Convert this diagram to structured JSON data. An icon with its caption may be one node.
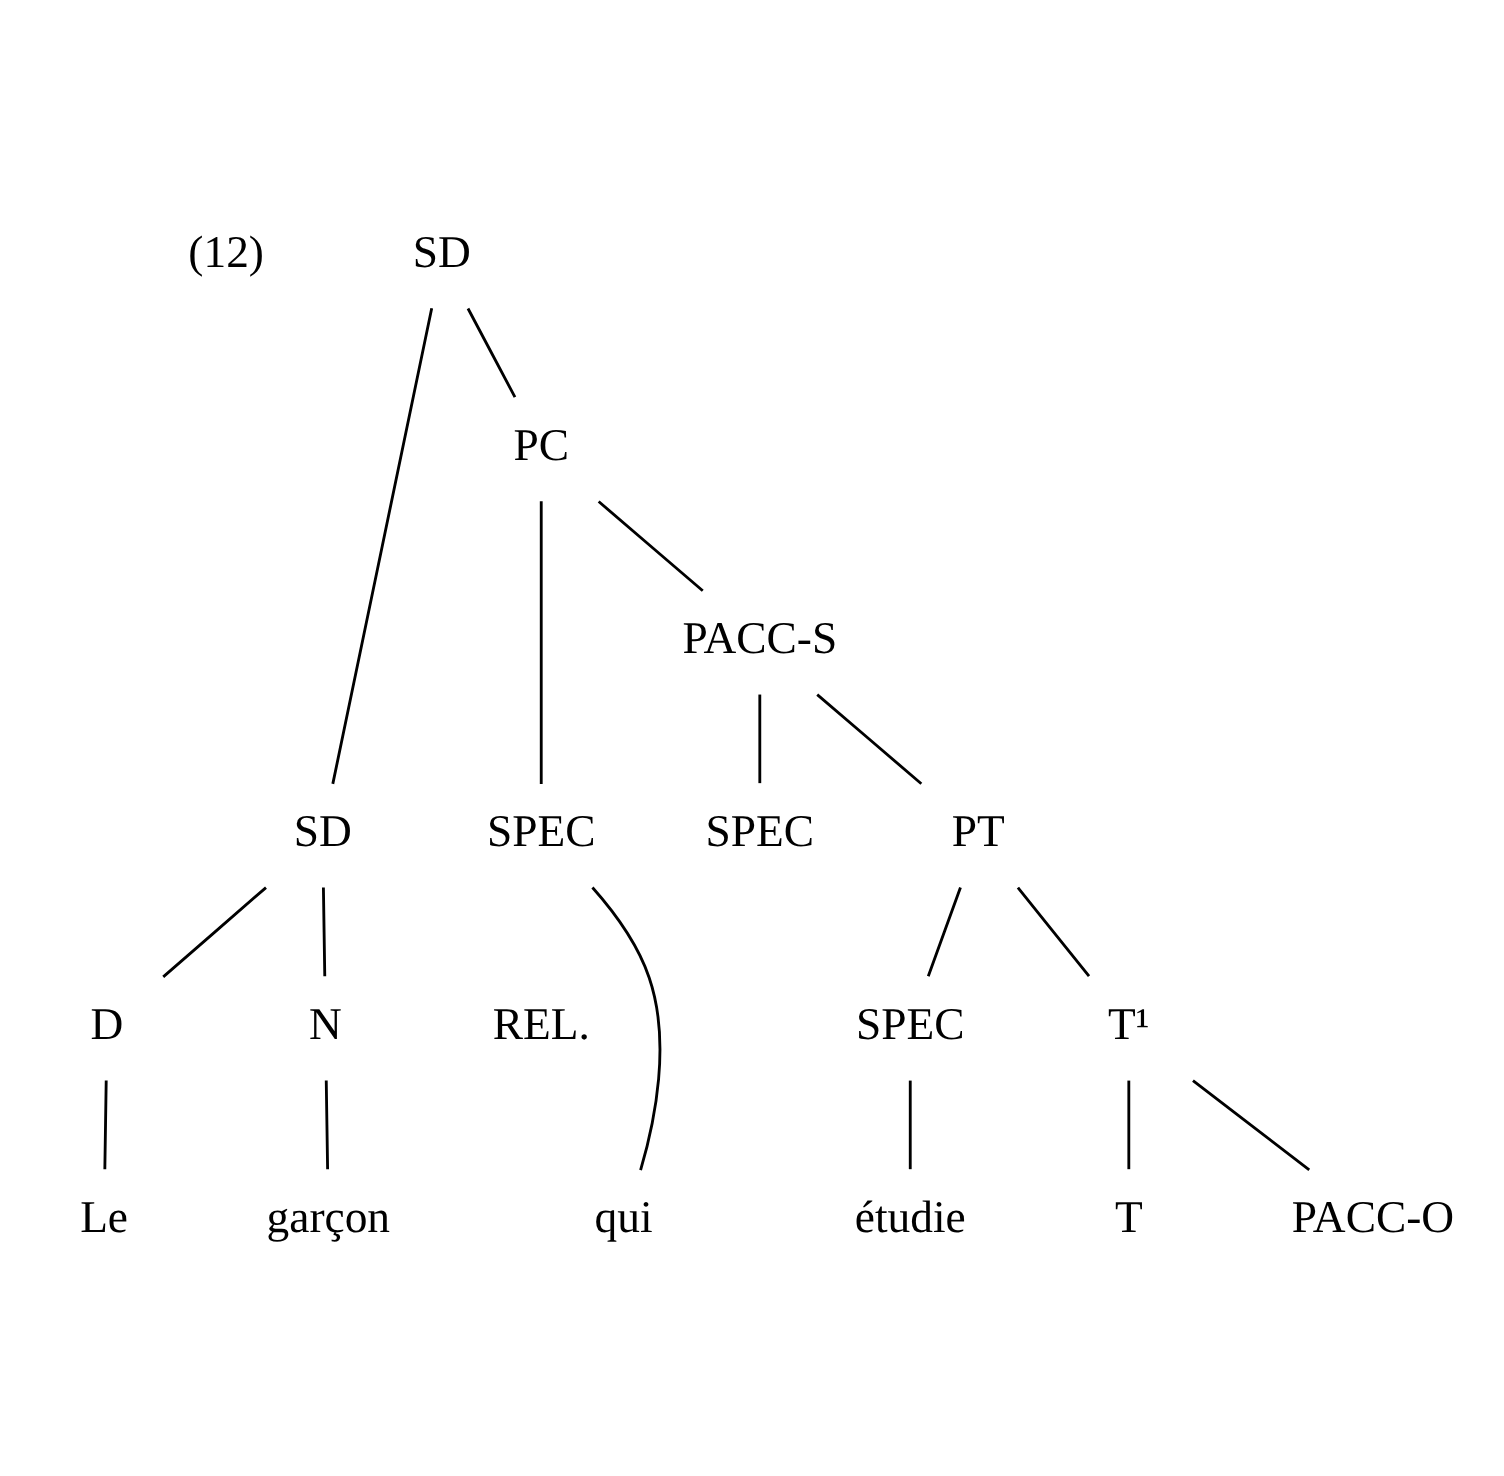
{
  "diagram": {
    "nodes": [
      {
        "text": [
          "SD"
        ]
      },
      {
        "text": [
          "SD"
        ]
      },
      {
        "text": [
          "PC"
        ]
      },
      {
        "text": [
          "D"
        ]
      },
      {
        "text": [
          "N"
        ]
      },
      {
        "text": [
          "SPEC"
        ]
      },
      {
        "text": [
          "PACC-S"
        ]
      },
      {
        "text": [
          "SPEC"
        ]
      },
      {
        "text": [
          "PT"
        ]
      },
      {
        "text": [
          "SPEC"
        ]
      },
      {
        "text": [
          "T¹"
        ]
      },
      {
        "text": [
          "T"
        ]
      },
      {
        "text": [
          "PACC-O"
        ]
      },
      {
        "text": [
          "Le"
        ]
      },
      {
        "text": [
          "garçon"
        ]
      },
      {
        "text": [
          "qui"
        ]
      },
      {
        "text": [
          "étudie"
        ]
      }
    ],
    "edges": [
      {
        "from": 0,
        "to": 1,
        "arrow": "none"
      },
      {
        "from": 0,
        "to": 2,
        "arrow": "none"
      },
      {
        "from": 1,
        "to": 3,
        "arrow": "none"
      },
      {
        "from": 1,
        "to": 4,
        "arrow": "none"
      },
      {
        "from": 2,
        "to": 5,
        "arrow": "none"
      },
      {
        "from": 2,
        "to": 6,
        "arrow": "none"
      },
      {
        "from": 6,
        "to": 7,
        "arrow": "none"
      },
      {
        "from": 6,
        "to": 8,
        "arrow": "none"
      },
      {
        "from": 8,
        "to": 9,
        "arrow": "none"
      },
      {
        "from": 8,
        "to": 10,
        "arrow": "none"
      },
      {
        "from": 10,
        "to": 11,
        "arrow": "none"
      },
      {
        "from": 10,
        "to": 12,
        "arrow": "none"
      },
      {
        "from": 3,
        "to": 13,
        "arrow": "none"
      },
      {
        "from": 4,
        "to": 14,
        "arrow": "none"
      },
      {
        "from": 5,
        "to": 15,
        "arrow": "none"
      },
      {
        "from": 9,
        "to": 16,
        "arrow": "none"
      }
    ],
    "labels": [
      "(12)",
      "REL."
    ]
  }
}
